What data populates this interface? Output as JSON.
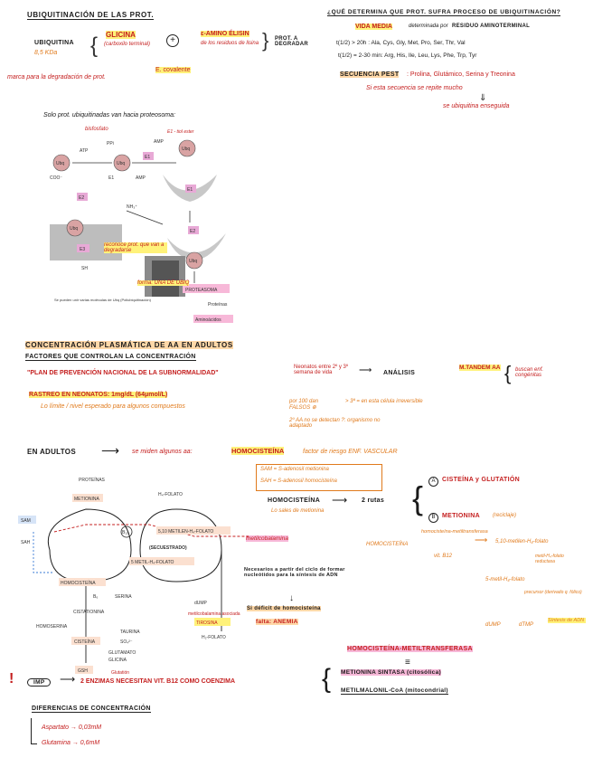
{
  "s1": {
    "title": "UBIQUITINACIÓN DE LAS PROT.",
    "ubiquitina": "UBIQUITINA",
    "ubiq_kda": "8,5 KDa",
    "glicina": "GLICINA",
    "glicina_sub": "(carboxilo terminal)",
    "plus": "+",
    "amino": "ɛ-AMINO ÉLISIN",
    "amino_sub": "de los residuos de lisina",
    "degradar": "PROT. A DEGRADAR",
    "covalente": "E. covalente",
    "marca": "marca para la degradación de prot.",
    "solo": "Solo prot. ubiquitinadas van hacia proteosoma:"
  },
  "diagram1": {
    "ubiq": "Ubq",
    "atp": "ATP",
    "ppi": "PPi",
    "amp": "AMP",
    "e1": "E1",
    "e2": "E2",
    "e3": "E3",
    "coo": "COO⁻",
    "sh": "SH",
    "nh": "NH₃⁺",
    "proteasoma": "PROTEASOMA",
    "proteinas": "Proteínas",
    "aminoacidos": "Aminoácidos",
    "cola": "Se pueden unir varias moléculas de Ubq (Poliubiquitinación)",
    "bisfosfato": "bisfosfato",
    "e1_tiol": "E1 - tiol ester",
    "forman": "forma: UNA DE UBIQ",
    "reconoce": "reconoce prot. que van a degradarse"
  },
  "s2": {
    "title": "CONCENTRACIÓN PLASMÁTICA DE AA EN ADULTOS",
    "factores": "FACTORES QUE CONTROLAN LA CONCENTRACIÓN",
    "plan": "\"PLAN DE PREVENCIÓN NACIONAL DE LA SUBNORMALIDAD\"",
    "neonatos": "Neonatos entre 2º y 3º semana de vida",
    "analisis": "ANÁLISIS",
    "mtandem": "M.TANDEM AA",
    "buscan": "buscan enf. congénitas",
    "rastreo": "RASTREO EN NEONATOS: 1mg/dL (64μmol/L)",
    "limite": "Lo límite / nivel esperado para algunos compuestos",
    "falsos": "por 100 dan FALSOS ⊕",
    "dos_aa": "2º AA no se detectan ?: organismo no adaptado",
    "tres": "> 3ª = en esta célula irreversible"
  },
  "s3": {
    "adultos": "EN ADULTOS",
    "miden": "se miden algunos aa:",
    "homocist": "HOMOCISTEÍNA",
    "factor": "factor de riesgo ENF. VASCULAR",
    "sam": "SAM = S-adenosil metionina",
    "sah": "SAH = S-adenosil homocisteína",
    "homocist2": "HOMOCISTEÍNA",
    "sales": "Lo sales de metionina",
    "dos_rutas": "2 rutas",
    "cisteina": "CISTEÍNA y GLUTATIÓN",
    "metionina": "METIONINA",
    "metionina_sub": "(reciclaje)",
    "homocisteina3": "HOMOCISTEÍNA",
    "metiltrans": "homocisteína-metiltransferasa",
    "vitb12": "vit. B12",
    "metilen": "5,10-metilen-H₄-folato",
    "reduc": "metil-H₄-folato reductasa",
    "metil": "5-metil-H₄-folato",
    "precursor": "precursor (derivado q. fólico)",
    "dump": "dUMP",
    "dtmp": "dTMP",
    "sintesis_adn": "Síntesis de ADN",
    "metilcob": "metilcobalamina",
    "necesarios": "Necesarios a partir del ciclo de formar nucleótidos para la síntesis de ADN",
    "deficit": "Si déficit de homocisteína",
    "anemia": "falta: ANEMIA",
    "glutatin": "Glutatión",
    "tirosina": "Tirosina"
  },
  "cycle": {
    "proteinas": "PROTEÍNAS",
    "metionina": "METIONINA",
    "sam": "SAM",
    "sah": "SAH",
    "homocisteina": "HOMOCISTEÍNA",
    "serina": "SERINA",
    "cistationina": "CISTATIONINA",
    "homoserina": "HOMOSERINA",
    "cisteina": "CISTEÍNA",
    "taurina": "TAURINA",
    "so2": "SO₄²⁻",
    "glutamato": "GLUTAMATO",
    "glicina": "GLICINA",
    "gsh": "GSH",
    "h4folato": "H₄-FOLATO",
    "metilen": "5,10 METILEN-H₄-FOLATO",
    "metilh4": "5 METIL-H₄-FOLATO",
    "dhf": "H₂-FOLATO",
    "b12": "B₁₂",
    "b6": "B₆",
    "cuestrado": "(SECUESTRADO)",
    "dump": "dUMP",
    "dtmp": "dTMP",
    "glutation": "Glutatión",
    "metilcob": "metilcobalamina asociada",
    "tirosina": "TIROSINA"
  },
  "s4": {
    "enzimas_title": "HOMOCISTEÍNA-METILTRANSFERASA",
    "imp": "IMP",
    "enzimas": "2 ENZIMAS NECESITAN VIT. B12 COMO COENZIMA",
    "met_sint": "METIONINA SINTASA (citosólica)",
    "metilmal": "METILMALONIL-CoA (mitocondrial)",
    "triple": "≡"
  },
  "s5": {
    "title": "DIFERENCIAS DE CONCENTRACIÓN",
    "aspartato": "Aspartato → 0,03mM",
    "glutamina": "Glutamina → 0,6mM"
  },
  "r1": {
    "q": "¿QUÉ DETERMINA QUE PROT. SUFRA PROCESO DE UBIQUITINACIÓN?",
    "vida": "VIDA MEDIA",
    "determinada": "determinada por",
    "residuo": "RESIDUO AMINOTERMINAL",
    "t1": "t(1/2) > 20h : Ala, Cys, Gly, Met, Pro, Ser, Thr, Val",
    "t2": "t(1/2) = 2-30 min: Arg, His, Ile, Leu, Lys, Phe, Trp, Tyr",
    "secuencia": "SECUENCIA PEST",
    "pest": ": Prolina, Glutámico, Serina y Treonina",
    "repite": "Si esta secuencia se repite mucho",
    "arrow": "⇓",
    "consec": "se ubiquitina enseguida"
  }
}
